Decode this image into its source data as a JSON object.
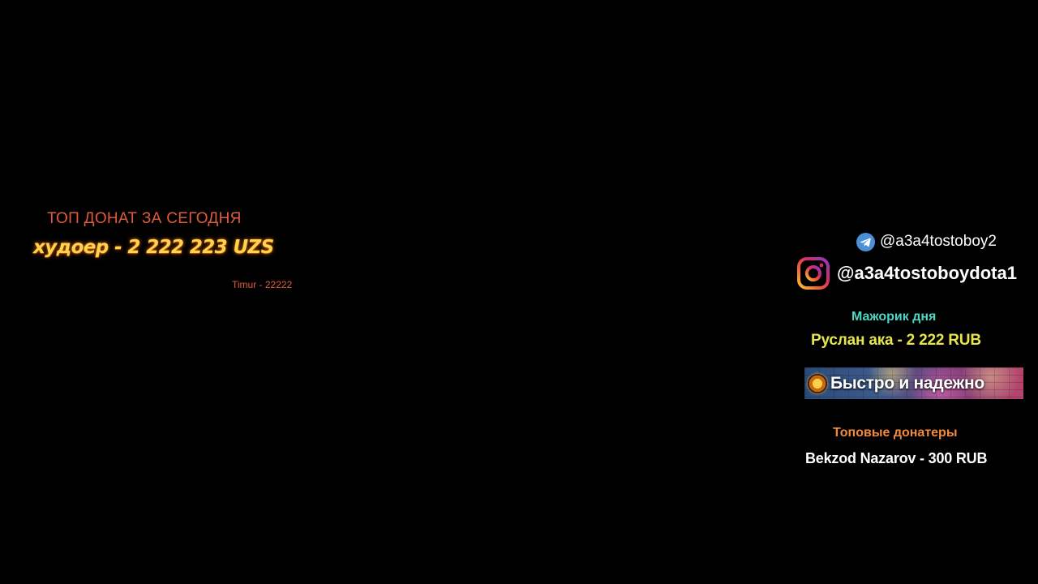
{
  "top_today": {
    "label": "ТОП ДОНАТ ЗА СЕГОДНЯ",
    "value": "худоер - 2 222 223 UZS",
    "sub": "Timur - 22222"
  },
  "socials": {
    "telegram": {
      "icon": "telegram-icon",
      "handle": "@a3a4tostoboy2"
    },
    "instagram": {
      "icon": "instagram-icon",
      "handle": "@a3a4tostoboydota1"
    }
  },
  "majorik": {
    "label": "Мажорик дня",
    "value": "Руслан ака - 2 222 RUB"
  },
  "promo": {
    "logo": "promo-logo-icon",
    "text": "Быстро и надежно"
  },
  "top_donators": {
    "label": "Топовые донатеры",
    "value": "Bekzod Nazarov - 300 RUB"
  },
  "colors": {
    "background": "#000000",
    "top_today_label": "#e05a3c",
    "top_today_value": "#ffd34d",
    "majorik_label": "#4fd6c4",
    "majorik_value": "#e6e64a",
    "top_donators_label": "#f28a3c",
    "telegram_blue": "#4b8fd6"
  }
}
